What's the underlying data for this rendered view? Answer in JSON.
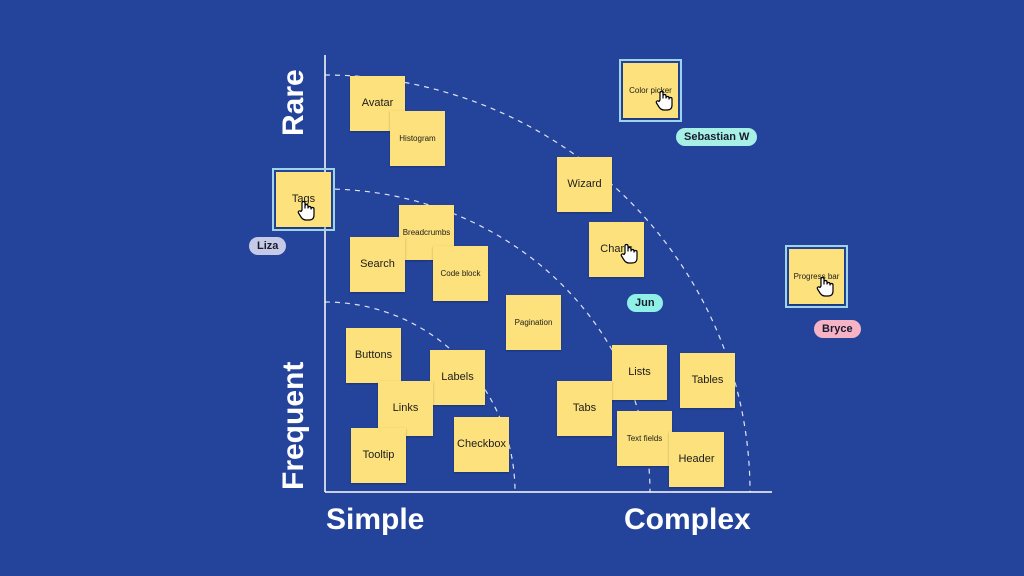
{
  "axes": {
    "x_left": "Simple",
    "x_right": "Complex",
    "y_top": "Rare",
    "y_bottom": "Frequent"
  },
  "notes": [
    {
      "id": "avatar",
      "label": "Avatar",
      "size": "normal"
    },
    {
      "id": "histogram",
      "label": "Histogram",
      "size": "small"
    },
    {
      "id": "tags",
      "label": "Tags",
      "size": "normal"
    },
    {
      "id": "breadcrumbs",
      "label": "Breadcrumbs",
      "size": "small"
    },
    {
      "id": "search",
      "label": "Search",
      "size": "normal"
    },
    {
      "id": "code-block",
      "label": "Code block",
      "size": "small"
    },
    {
      "id": "wizard",
      "label": "Wizard",
      "size": "normal"
    },
    {
      "id": "charts",
      "label": "Charts",
      "size": "normal"
    },
    {
      "id": "color-picker",
      "label": "Color picker",
      "size": "small"
    },
    {
      "id": "pagination",
      "label": "Pagination",
      "size": "small"
    },
    {
      "id": "progress-bar",
      "label": "Progress bar",
      "size": "small"
    },
    {
      "id": "buttons",
      "label": "Buttons",
      "size": "normal"
    },
    {
      "id": "labels",
      "label": "Labels",
      "size": "normal"
    },
    {
      "id": "links",
      "label": "Links",
      "size": "normal"
    },
    {
      "id": "tooltip",
      "label": "Tooltip",
      "size": "normal"
    },
    {
      "id": "checkbox",
      "label": "Checkbox",
      "size": "normal"
    },
    {
      "id": "lists",
      "label": "Lists",
      "size": "normal"
    },
    {
      "id": "tables",
      "label": "Tables",
      "size": "normal"
    },
    {
      "id": "tabs",
      "label": "Tabs",
      "size": "normal"
    },
    {
      "id": "text-fields",
      "label": "Text fields",
      "size": "small"
    },
    {
      "id": "header",
      "label": "Header",
      "size": "normal"
    }
  ],
  "collaborators": [
    {
      "name": "Sebastian W",
      "color": "#a6f0e6"
    },
    {
      "name": "Liza",
      "color": "#c5cbe6"
    },
    {
      "name": "Jun",
      "color": "#8ff0e8"
    },
    {
      "name": "Bryce",
      "color": "#f7b3c6"
    }
  ],
  "colors": {
    "background": "#24449b",
    "note": "#fce17c",
    "axis": "#ffffff",
    "selection": "#9fd3e8"
  }
}
